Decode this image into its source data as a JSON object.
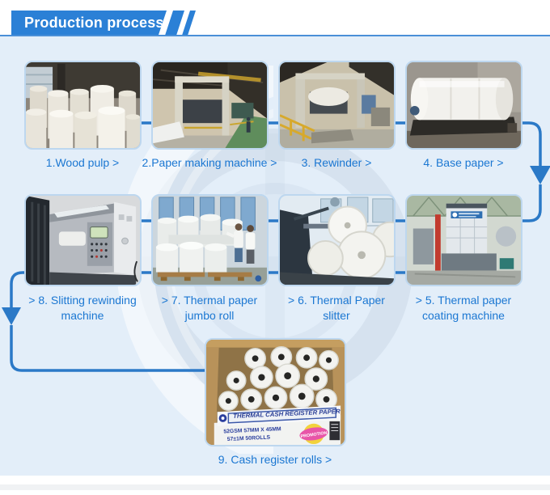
{
  "header": {
    "title": "Production process"
  },
  "steps": [
    {
      "caption": "1.Wood pulp >",
      "photo": "wood-pulp-rolls"
    },
    {
      "caption": "2.Paper making machine >",
      "photo": "paper-making-machine"
    },
    {
      "caption": "3. Rewinder >",
      "photo": "rewinder"
    },
    {
      "caption": "4. Base paper >",
      "photo": "base-paper-roll"
    },
    {
      "caption": "> 5. Thermal paper coating machine",
      "photo": "thermal-paper-coating-machine"
    },
    {
      "caption": "> 6. Thermal Paper slitter",
      "photo": "thermal-paper-slitter"
    },
    {
      "caption": "> 7. Thermal paper jumbo roll",
      "photo": "thermal-paper-jumbo-rolls"
    },
    {
      "caption": "> 8. Slitting rewinding machine",
      "photo": "slitting-rewinding-machine"
    },
    {
      "caption": "9. Cash register rolls >",
      "photo": "cash-register-rolls-box"
    }
  ],
  "box_label": {
    "strip": "THERMAL CASH REGISTER PAPER",
    "spec_line1": "52GSM 57MM X 45MM",
    "spec_line2": "57±1M 50ROLLS",
    "promo": "PROMOTION"
  },
  "colors": {
    "banner_blue": "#2b80d6",
    "caption_blue": "#1b77d2",
    "connector_blue": "#2b79c7",
    "background_light_blue": "#e3eef9"
  }
}
